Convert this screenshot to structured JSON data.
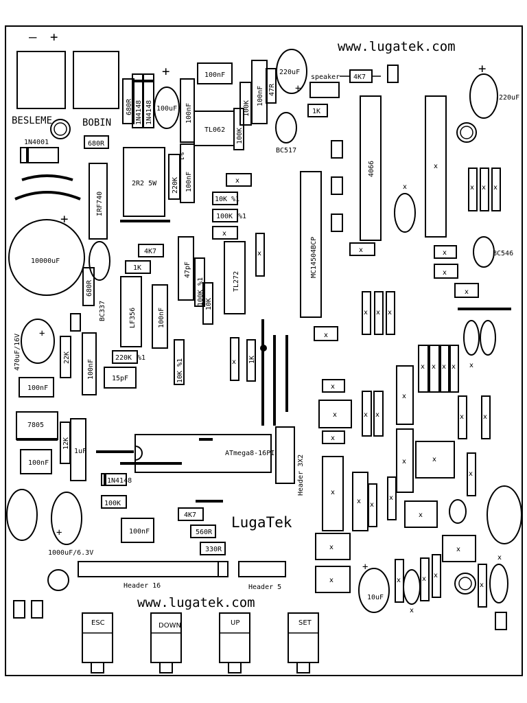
{
  "board": {
    "url_top": "www.lugatek.com",
    "url_bottom": "www.lugatek.com",
    "logo": "LugaTek",
    "minus": "–",
    "plus": "+"
  },
  "labels": {
    "besleme": "BESLEME",
    "bobin": "BOBIN",
    "d1": "1N4001",
    "r680a": "680R",
    "r680b": "680R",
    "r680c": "680R",
    "d2": "1N4148",
    "d3": "1N4148",
    "c100uf": "100uF",
    "c100nf_a": "100nF",
    "c100nf_b": "100nF",
    "tl062": "TL062",
    "r100k_a": "100K",
    "c100nf_c": "100nF",
    "r47r": "47R",
    "c220uf_a": "220uF",
    "speaker": "speaker",
    "r4k7_a": "4K7",
    "r1k_a": "1K",
    "bc517": "BC517",
    "r100k_b": "100K",
    "c220uf_b": "220uF",
    "ic4066": "4066",
    "irf740": "IRF740",
    "l2r2": "2R2 5W",
    "r220k_a": "220K",
    "pct1": "%1",
    "c100nf_d": "100nF",
    "r10k_a": "10K %1",
    "r100k_c": "100K",
    "pct2": "%1",
    "mc": "MC14504BCP",
    "c10000uf": "10000uF",
    "r4k7_b": "4K7",
    "r1k_b": "1K",
    "c47pf": "47pF",
    "tl272": "TL272",
    "bc546": "BC546",
    "bc337": "BC337",
    "lf356": "LF356",
    "c100nf_e": "100nF",
    "r100k_d": "100K %1",
    "r10k_b": "10K",
    "c470uf": "470uF/16V",
    "r22k": "22K",
    "c100nf_f": "100nF",
    "r220k_b": "220K",
    "pct3": "%1",
    "c15pf": "15pF",
    "r10k_c": "10K %1",
    "r1k_c": "1K",
    "c100nf_g": "100nF",
    "u7805": "7805",
    "r12k": "12K",
    "l1uf": "1uF",
    "c100nf_h": "100nF",
    "atmega": "ATmega8-16PI",
    "hdr3x2": "Header 3X2",
    "d4": "1N4148",
    "r100k_e": "100K",
    "r4k7_c": "4K7",
    "r560": "560R",
    "r330": "330R",
    "c100nf_i": "100nF",
    "c1000uf": "1000uF/6.3V",
    "hdr16": "Header 16",
    "hdr5": "Header 5",
    "c10uf": "10uF",
    "x": "x"
  },
  "buttons": [
    {
      "label": "ESC"
    },
    {
      "label": "DOWN"
    },
    {
      "label": "UP"
    },
    {
      "label": "SET"
    }
  ]
}
